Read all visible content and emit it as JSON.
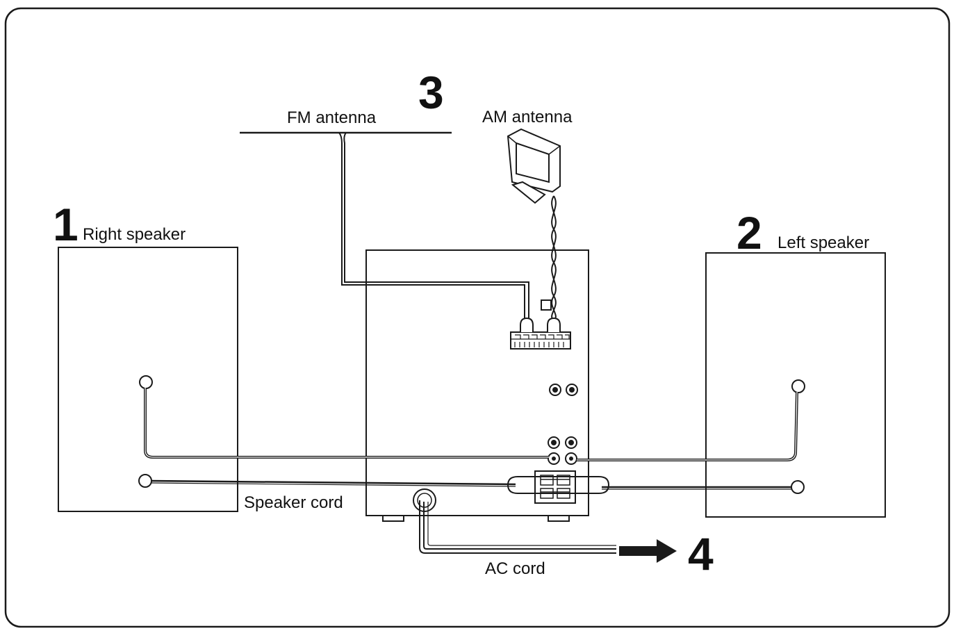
{
  "steps": {
    "one": "1",
    "two": "2",
    "three": "3",
    "four": "4"
  },
  "labels": {
    "fm_antenna": "FM antenna",
    "am_antenna": "AM antenna",
    "right_speaker": "Right speaker",
    "left_speaker": "Left speaker",
    "speaker_cord": "Speaker cord",
    "ac_cord": "AC cord"
  },
  "colors": {
    "line": "#1a1a1a",
    "background": "#ffffff"
  }
}
